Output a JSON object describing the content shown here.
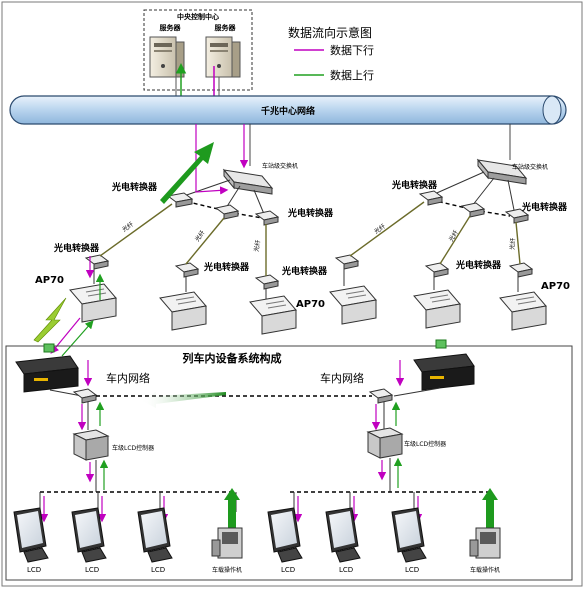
{
  "control_center": {
    "title": "中央控制中心",
    "server_left": "服务器",
    "server_right": "服务器"
  },
  "legend": {
    "title": "数据流向示意图",
    "down": "数据下行",
    "up": "数据上行"
  },
  "backbone": {
    "label": "千兆中心网络"
  },
  "stations": {
    "switch_left": "车站级交换机",
    "switch_right": "车站级交换机",
    "converter": "光电转换器",
    "fiber": "光纤",
    "ap": "AP70"
  },
  "train": {
    "title": "列车内设备系统构成",
    "network_left": "车内网络",
    "network_right": "车内网络",
    "lcd_controller": "车级LCD控制器",
    "lcd": "LCD",
    "operator": "车载操作机"
  },
  "colors": {
    "down": "#c000c0",
    "up": "#20a020",
    "backbone": "#b8d4ee",
    "dark": "#222222"
  }
}
